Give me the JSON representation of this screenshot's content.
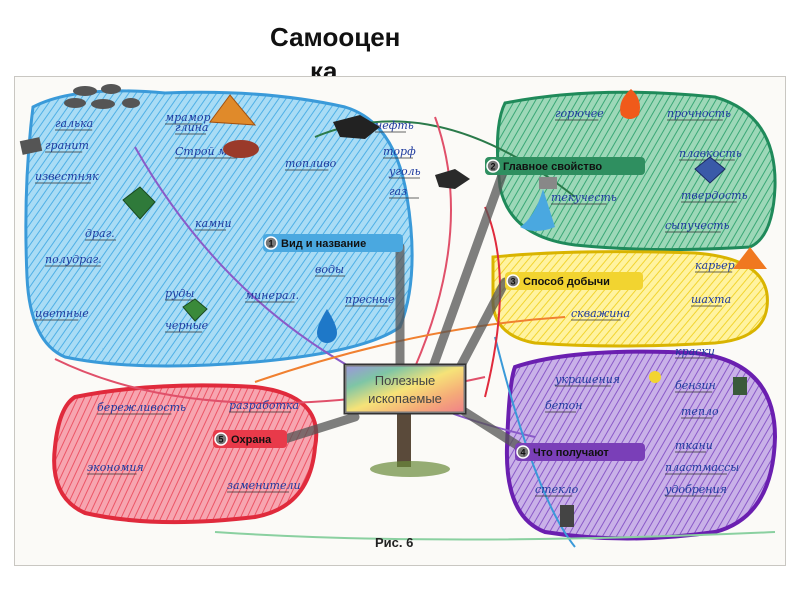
{
  "slide": {
    "title_line1": "Самооцен",
    "title_line2": "ка"
  },
  "caption": "Рис. 6",
  "center": {
    "line1": "Полезные",
    "line2": "ископаемые"
  },
  "branches": {
    "b1": {
      "number": "1",
      "label": "Вид и название",
      "color": "#4aa8e0",
      "leaves": [
        "галька",
        "гранит",
        "известняк",
        "глина",
        "Строй мат.",
        "мрамор",
        "полудраг.",
        "драг.",
        "камни",
        "руды",
        "цветные",
        "черные",
        "топливо",
        "нефть",
        "торф",
        "уголь",
        "газ",
        "воды",
        "минерал.",
        "пресные"
      ]
    },
    "b2": {
      "number": "2",
      "label": "Главное свойство",
      "color": "#3aa776",
      "leaves": [
        "горючее",
        "прочность",
        "плавкость",
        "твердость",
        "текучесть",
        "сыпучесть"
      ]
    },
    "b3": {
      "number": "3",
      "label": "Способ добычи",
      "color": "#f2d430",
      "leaves": [
        "карьер",
        "шахта",
        "скважина"
      ]
    },
    "b4": {
      "number": "4",
      "label": "Что получают",
      "color": "#7a3fb8",
      "leaves": [
        "краски",
        "украшения",
        "бензин",
        "бетон",
        "тепло",
        "ткани",
        "пластмассы",
        "удобрения",
        "стекло"
      ]
    },
    "b5": {
      "number": "5",
      "label": "Охрана",
      "color": "#e83a4a",
      "leaves": [
        "бережливость",
        "разработка",
        "экономия",
        "заменители"
      ]
    }
  }
}
